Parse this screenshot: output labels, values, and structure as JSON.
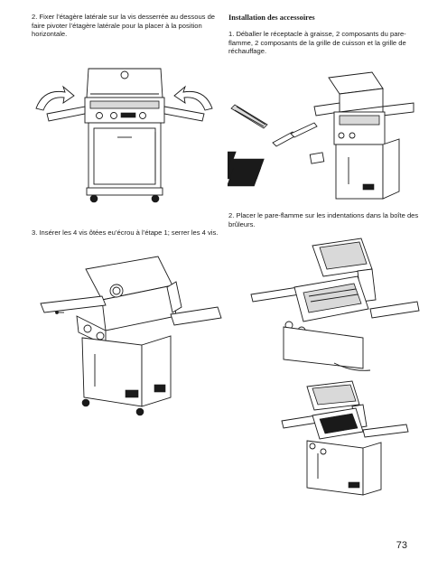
{
  "left_column": {
    "step2_text": "2. Fixer l’étagère latérale sur la vis desserrée au dessous de faire pivoter l’étagère latérale pour la placer à la position horizontale.",
    "step3_text": "3. Insérer les 4 vis ôtées eu’écrou à l’étape 1; serrer les 4 vis."
  },
  "right_column": {
    "heading": "Installation des accessoires",
    "step1_text": "1. Déballer le réceptacle à graisse, 2 composants du pare-flamme, 2 composants de la grille de cuisson et la grille de réchauffage.",
    "step2_text": "2. Placer le pare-flamme sur les indentations dans la boîte des brûleurs."
  },
  "page_number": "73"
}
